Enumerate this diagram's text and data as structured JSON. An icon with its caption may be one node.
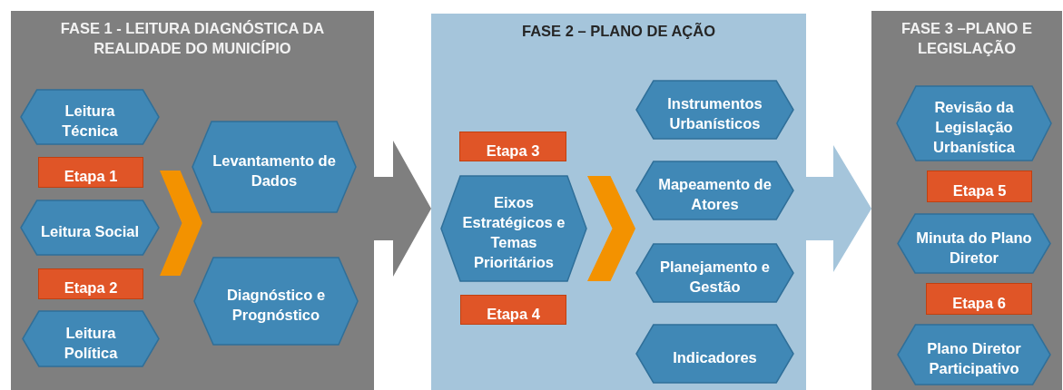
{
  "diagram": {
    "nodes": [
      {
        "text": [
          "FASE 1 - LEITURA DIAGNÓSTICA DA REALIDADE DO MUNICÍPIO"
        ]
      },
      {
        "text": [
          "Leitura Técnica"
        ],
        "in": 0
      },
      {
        "text": [
          "Etapa 1"
        ],
        "in": 0
      },
      {
        "text": [
          "Leitura Social"
        ],
        "in": 0
      },
      {
        "text": [
          "Etapa 2"
        ],
        "in": 0
      },
      {
        "text": [
          "Leitura Política"
        ],
        "in": 0
      },
      {
        "text": [
          "Levantamento de Dados"
        ],
        "in": 0
      },
      {
        "text": [
          "Diagnóstico e Prognóstico"
        ],
        "in": 0
      },
      {
        "text": [
          "FASE 2 – PLANO DE AÇÃO"
        ]
      },
      {
        "text": [
          "Etapa 3"
        ],
        "in": 8
      },
      {
        "text": [
          "Eixos Estratégicos e Temas Prioritários"
        ],
        "in": 8
      },
      {
        "text": [
          "Etapa 4"
        ],
        "in": 8
      },
      {
        "text": [
          "Instrumentos Urbanísticos"
        ],
        "in": 8
      },
      {
        "text": [
          "Mapeamento de Atores"
        ],
        "in": 8
      },
      {
        "text": [
          "Planejamento e Gestão"
        ],
        "in": 8
      },
      {
        "text": [
          "Indicadores"
        ],
        "in": 8
      },
      {
        "text": [
          "FASE 3 –PLANO E LEGISLAÇÃO"
        ]
      },
      {
        "text": [
          "Revisão da Legislação Urbanística"
        ],
        "in": 16
      },
      {
        "text": [
          "Etapa 5"
        ],
        "in": 16
      },
      {
        "text": [
          "Minuta do Plano Diretor"
        ],
        "in": 16
      },
      {
        "text": [
          "Etapa 6"
        ],
        "in": 16
      },
      {
        "text": [
          "Plano Diretor Participativo"
        ],
        "in": 16
      }
    ],
    "edges": [
      {
        "from": 3,
        "to": 6,
        "arrow": "to",
        "color": "#f39200"
      },
      {
        "from": 0,
        "to": 8,
        "arrow": "to",
        "color": "#7f7f7f"
      },
      {
        "from": 10,
        "to": 13,
        "arrow": "to",
        "color": "#f39200"
      },
      {
        "from": 8,
        "to": 16,
        "arrow": "to",
        "color": "#a5c5db"
      }
    ]
  }
}
